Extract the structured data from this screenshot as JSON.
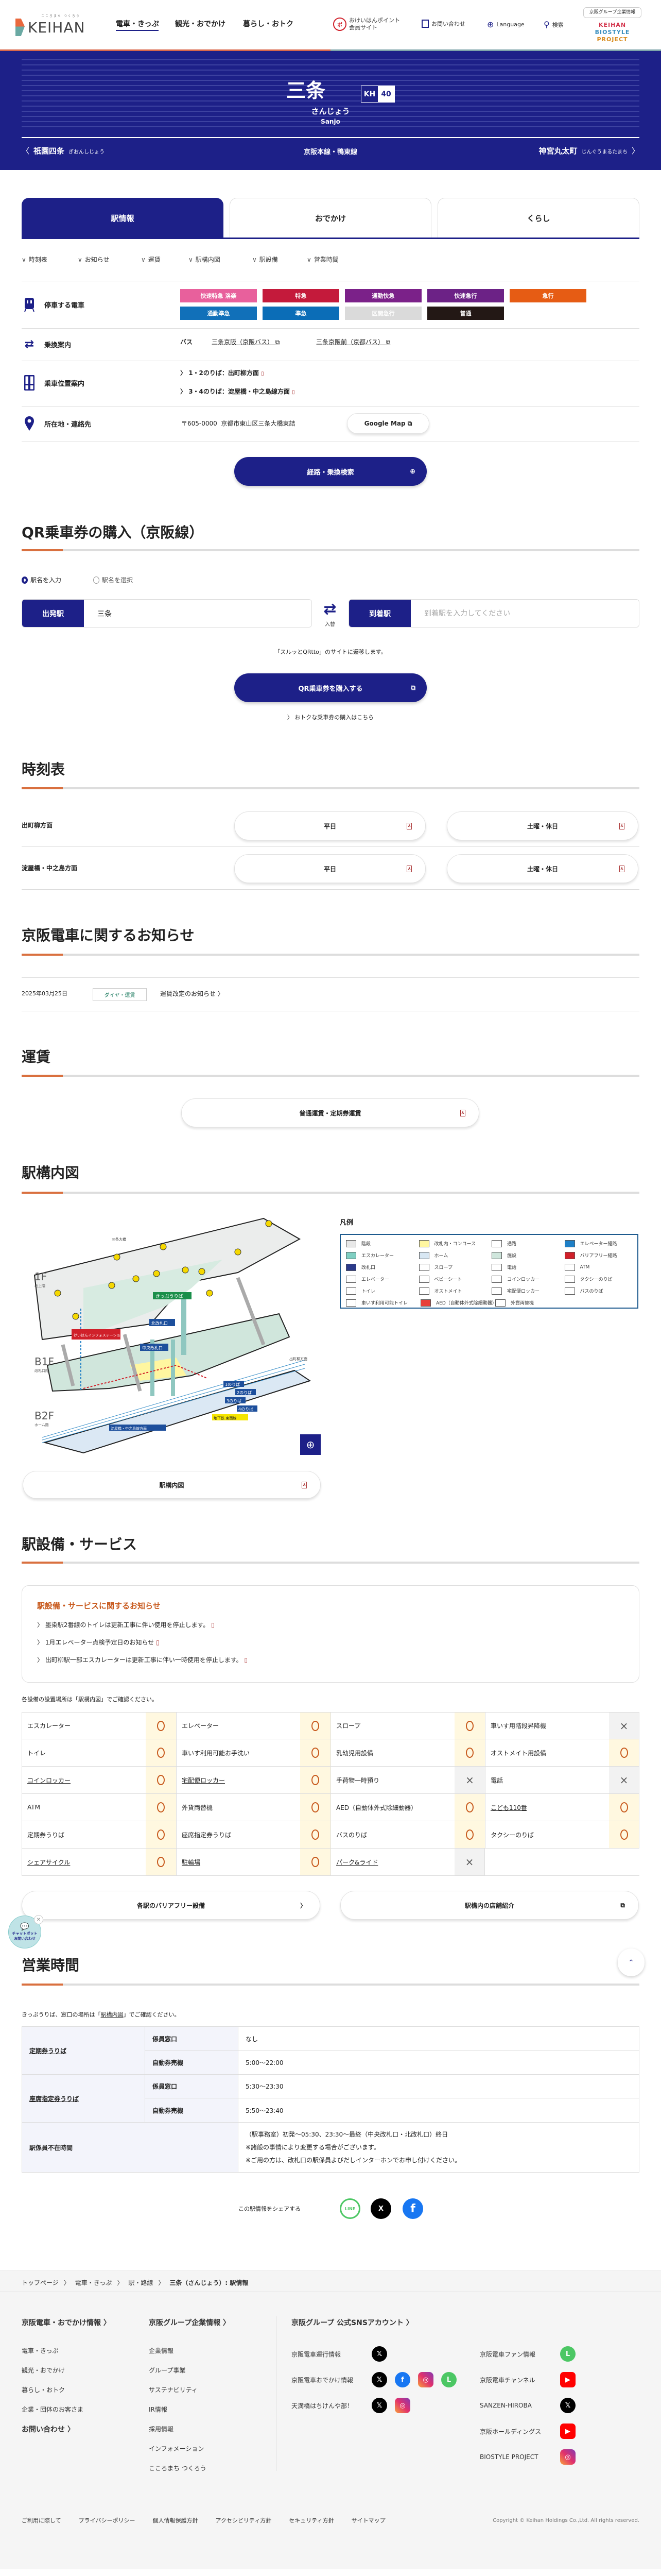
{
  "header": {
    "logo_tagline": "こころまち つくろう",
    "logo": "KEIHAN",
    "nav": [
      "電車・きっぷ",
      "観光・おでかけ",
      "暮らし・おトク"
    ],
    "points": [
      "おけいはんポイント",
      "会員サイト"
    ],
    "contact": "お問い合わせ",
    "language": "Language",
    "search": "検索",
    "group_link": "京阪グループ企業情報",
    "biostyle": [
      "KEIHAN",
      "BIOSTYLE",
      "PROJECT"
    ]
  },
  "station": {
    "name": "三条",
    "line_code": "KH",
    "number": "40",
    "kana": "さんじょう",
    "roman": "Sanjo",
    "line": "京阪本線・鴨東線",
    "prev": {
      "name": "祇園四条",
      "kana": "ぎおんしじょう"
    },
    "next": {
      "name": "神宮丸太町",
      "kana": "じんぐうまるたまち"
    }
  },
  "tabs": [
    "駅情報",
    "おでかけ",
    "くらし"
  ],
  "anchors": [
    "時刻表",
    "お知らせ",
    "運賃",
    "駅構内図",
    "駅設備",
    "営業時間"
  ],
  "info": {
    "stopping_label": "停車する電車",
    "train_types": [
      {
        "label": "快速特急 洛楽",
        "color": "#e8609c"
      },
      {
        "label": "特急",
        "color": "#c41a3b"
      },
      {
        "label": "通勤快急",
        "color": "#7b2189"
      },
      {
        "label": "快速急行",
        "color": "#6c2286"
      },
      {
        "label": "急行",
        "color": "#e65c14"
      },
      {
        "label": "通勤準急",
        "color": "#1170b9"
      },
      {
        "label": "準急",
        "color": "#0b6db7"
      },
      {
        "label": "区間急行",
        "color": "#dadada"
      },
      {
        "label": "普通",
        "color": "#231815"
      }
    ],
    "transfer_label": "乗換案内",
    "transfer_type": "バス",
    "transfer_links": [
      "三条京阪（京阪バス）",
      "三条京阪前（京都バス）"
    ],
    "position_label": "乗車位置案内",
    "positions": [
      "1・2のりば：出町柳方面",
      "3・4のりば：淀屋橋・中之島線方面"
    ],
    "address_label": "所在地・連絡先",
    "postal": "〒605-0000",
    "address": "京都市東山区三条大橋東詰",
    "map_button": "Google Map",
    "route_search": "経路・乗換検索"
  },
  "qr": {
    "title": "QR乗車券の購入（京阪線）",
    "radio_input": "駅名を入力",
    "radio_select": "駅名を選択",
    "from_label": "出発駅",
    "from_value": "三条",
    "swap": "入替",
    "to_label": "到着駅",
    "to_placeholder": "到着駅を入力してください",
    "note": "「スルッとQRtto」のサイトに遷移します。",
    "buy_button": "QR乗車券を購入する",
    "deal_link": "おトクな乗車券の購入はこちら"
  },
  "timetable": {
    "title": "時刻表",
    "rows": [
      {
        "direction": "出町柳方面",
        "weekday": "平日",
        "holiday": "土曜・休日"
      },
      {
        "direction": "淀屋橋・中之島方面",
        "weekday": "平日",
        "holiday": "土曜・休日"
      }
    ]
  },
  "news": {
    "title": "京阪電車に関するお知らせ",
    "items": [
      {
        "date": "2025年03月25日",
        "tag": "ダイヤ・運賃",
        "title": "運賃改定のお知らせ"
      }
    ]
  },
  "fare": {
    "title": "運賃",
    "button": "普通運賃・定期券運賃"
  },
  "station_map": {
    "title": "駅構内図",
    "legend_title": "凡例",
    "button": "駅構内図",
    "labels": {
      "f1": "1F",
      "f1_sub": "地上階",
      "b1": "B1F",
      "b1_sub": "改札口階",
      "b2": "B2F",
      "b2_sub": "ホーム階",
      "north_gate": "北改札口",
      "central_gate": "中央改札口",
      "tickets": "きっぷうりば",
      "info": "けいはんインフォステーション",
      "p1": "1のりば",
      "p2": "2のりば",
      "p3": "3のりば",
      "p4": "4のりば",
      "bridge": "三条大橋",
      "demachi": "出町柳方面",
      "yodoyabashi": "淀屋橋・中之島線方面",
      "subway": "地下鉄 東西線"
    },
    "legend": [
      {
        "label": "階段",
        "color": "#e8e8e8"
      },
      {
        "label": "改札内・コンコース",
        "color": "#fff6a0"
      },
      {
        "label": "通路",
        "color": "#ffffff"
      },
      {
        "label": "エレベーター経路",
        "color": "#1e7fc6"
      },
      {
        "label": "エスカレーター",
        "color": "#7fcfc2"
      },
      {
        "label": "ホーム",
        "color": "#d8e7f3"
      },
      {
        "label": "施設",
        "color": "#cfe6dc"
      },
      {
        "label": "バリアフリー経路",
        "color": "#d0202a"
      },
      {
        "label": "改札口",
        "color": "#2b3a8a"
      },
      {
        "label": "スロープ",
        "color": "#ffffff"
      },
      {
        "label": "電話",
        "color": "#ffffff"
      },
      {
        "label": "ATM",
        "color": "#ffffff"
      },
      {
        "label": "エレベーター",
        "color": "#ffffff"
      },
      {
        "label": "ベビーシート",
        "color": "#ffffff"
      },
      {
        "label": "コインロッカー",
        "color": "#ffffff"
      },
      {
        "label": "タクシーのりば",
        "color": "#ffffff"
      },
      {
        "label": "トイレ",
        "color": "#ffffff"
      },
      {
        "label": "オストメイト",
        "color": "#ffffff"
      },
      {
        "label": "宅配便ロッカー",
        "color": "#ffffff"
      },
      {
        "label": "バスのりば",
        "color": "#ffffff"
      },
      {
        "label": "車いす利用可能トイレ",
        "color": "#ffffff"
      },
      {
        "label": "AED（自動体外式除細動器）",
        "color": "#e8403a"
      },
      {
        "label": "外貨両替機",
        "color": "#ffffff"
      }
    ]
  },
  "facilities": {
    "title": "駅設備・サービス",
    "notice_title": "駅設備・サービスに関するお知らせ",
    "notices": [
      "墨染駅2番線のトイレは更新工事に伴い使用を停止します。",
      "1月エレベーター点検予定日のお知らせ",
      "出町柳駅一部エスカレーターは更新工事に伴い一時使用を停止します。"
    ],
    "note_prefix": "各設備の設置場所は「",
    "note_link": "駅構内図",
    "note_suffix": "」でご確認ください。",
    "yes": "○",
    "no": "×",
    "items": [
      {
        "name": "エスカレーター",
        "available": true
      },
      {
        "name": "エレベーター",
        "available": true
      },
      {
        "name": "スロープ",
        "available": true
      },
      {
        "name": "車いす用階段昇降機",
        "available": false
      },
      {
        "name": "トイレ",
        "available": true
      },
      {
        "name": "車いす利用可能お手洗い",
        "available": true
      },
      {
        "name": "乳幼児用設備",
        "available": true
      },
      {
        "name": "オストメイト用設備",
        "available": true
      },
      {
        "name": "コインロッカー",
        "available": true,
        "link": true
      },
      {
        "name": "宅配便ロッカー",
        "available": true,
        "link": true
      },
      {
        "name": "手荷物一時預り",
        "available": false
      },
      {
        "name": "電話",
        "available": false
      },
      {
        "name": "ATM",
        "available": true
      },
      {
        "name": "外貨両替機",
        "available": true
      },
      {
        "name": "AED（自動体外式除細動器）",
        "available": true
      },
      {
        "name": "こども110番",
        "available": true,
        "link": true
      },
      {
        "name": "定期券うりば",
        "available": true
      },
      {
        "name": "座席指定券うりば",
        "available": true
      },
      {
        "name": "バスのりば",
        "available": true
      },
      {
        "name": "タクシーのりば",
        "available": true
      },
      {
        "name": "シェアサイクル",
        "available": true,
        "link": true
      },
      {
        "name": "駐輪場",
        "available": true,
        "link": true
      },
      {
        "name": "パーク&ライド",
        "available": false,
        "link": true
      }
    ],
    "barrier_free_button": "各駅のバリアフリー設備",
    "shops_button": "駅構内の店舗紹介"
  },
  "chatbot": {
    "label": [
      "チャットボット",
      "お問い合わせ"
    ]
  },
  "hours": {
    "title": "営業時間",
    "note_prefix": "きっぷうりば、窓口の場所は「",
    "note_link": "駅構内図",
    "note_suffix": "」でご確認ください。",
    "commuter": {
      "label": "定期券うりば",
      "counter": "係員窓口",
      "counter_value": "なし",
      "machine": "自動券売機",
      "machine_value": "5:00～22:00"
    },
    "reserved": {
      "label": "座席指定券うりば",
      "counter": "係員窓口",
      "counter_value": "5:30～23:30",
      "machine": "自動券売機",
      "machine_value": "5:50～23:40"
    },
    "absent": {
      "label": "駅係員不在時間",
      "lines": [
        "（駅事務室）初発～05:30、23:30～最終（中央改札口・北改札口）終日",
        "※諸般の事情により変更する場合がございます。",
        "※ご用の方は、改札口の駅係員よびだしインターホンでお申し付けください。"
      ]
    }
  },
  "share": {
    "label": "この駅情報をシェアする",
    "services": [
      "LINE",
      "X",
      "f"
    ]
  },
  "breadcrumb": [
    "トップページ",
    "電車・きっぷ",
    "駅・路線",
    "三条（さんじょう）: 駅情報"
  ],
  "footer": {
    "col1": {
      "title": "京阪電車・おでかけ情報",
      "items": [
        "電車・きっぷ",
        "観光・おでかけ",
        "暮らし・おトク",
        "企業・団体のお客さま"
      ],
      "contact": "お問い合わせ"
    },
    "col2": {
      "title": "京阪グループ企業情報",
      "items": [
        "企業情報",
        "グループ事業",
        "サステナビリティ",
        "IR情報",
        "採用情報",
        "インフォメーション",
        "こころまち つくろう"
      ]
    },
    "sns": {
      "title": "京阪グループ 公式SNSアカウント",
      "left": [
        {
          "name": "京阪電車運行情報",
          "icons": [
            "X"
          ]
        },
        {
          "name": "京阪電車おでかけ情報",
          "icons": [
            "X",
            "facebook",
            "instagram",
            "LINE"
          ]
        },
        {
          "name": "天満橋はちけんや部！",
          "icons": [
            "X",
            "instagram"
          ]
        }
      ],
      "right": [
        {
          "name": "京阪電車ファン情報",
          "icons": [
            "LINE"
          ]
        },
        {
          "name": "京阪電車チャンネル",
          "icons": [
            "youtube"
          ]
        },
        {
          "name": "SANZEN-HIROBA",
          "icons": [
            "X"
          ]
        },
        {
          "name": "京阪ホールディングス",
          "icons": [
            "youtube"
          ]
        },
        {
          "name": "BIOSTYLE PROJECT",
          "icons": [
            "instagram"
          ]
        }
      ]
    },
    "bottom_links": [
      "ご利用に際して",
      "プライバシーポリシー",
      "個人情報保護方針",
      "アクセシビリティ方針",
      "セキュリティ方針",
      "サイトマップ"
    ],
    "copyright": "Copyright © Keihan Holdings Co.,Ltd. All rights reserved."
  },
  "colors": {
    "navy": "#1d2088",
    "accent": "#d9703f"
  }
}
